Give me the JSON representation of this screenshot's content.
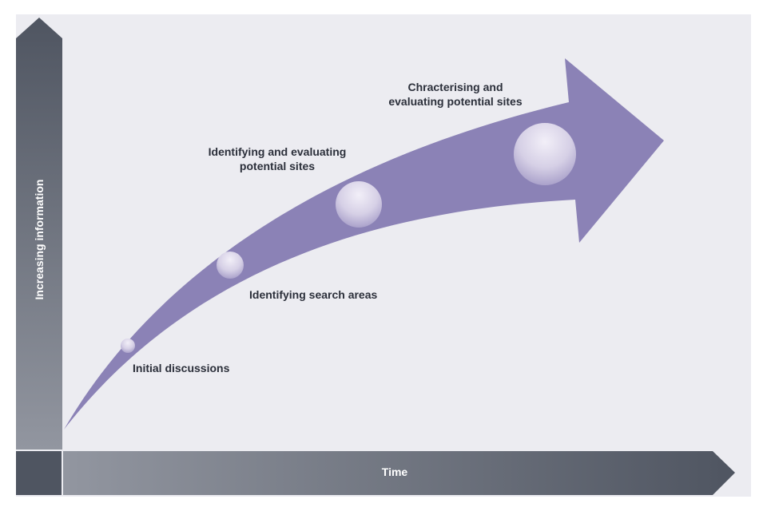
{
  "diagram": {
    "y_axis_label": "Increasing information",
    "x_axis_label": "Time",
    "stages": [
      {
        "label_line1": "Initial discussions",
        "label_line2": ""
      },
      {
        "label_line1": "Identifying search areas",
        "label_line2": ""
      },
      {
        "label_line1": "Identifying and evaluating",
        "label_line2": "potential sites"
      },
      {
        "label_line1": "Chracterising and",
        "label_line2": "evaluating potential sites"
      }
    ],
    "colors": {
      "background_panel": "#ececf1",
      "arrow": "#8b82b6",
      "axis_dark": "#4f5561",
      "axis_light": "#8f939c",
      "bubble_light": "#ece9f4",
      "bubble_dark": "#a79ec8",
      "label_text": "#2b2f3a"
    }
  }
}
